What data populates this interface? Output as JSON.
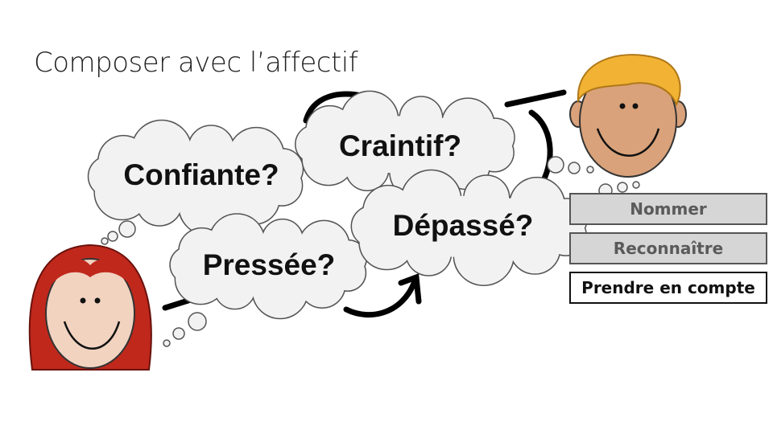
{
  "title": "Composer avec l’affectif",
  "clouds": {
    "confiante": "Confiante?",
    "craintif": "Craintif?",
    "pressee": "Pressée?",
    "depasse": "Dépassé?"
  },
  "steps": [
    {
      "label": "Nommer",
      "state": "inactive"
    },
    {
      "label": "Reconnaître",
      "state": "inactive"
    },
    {
      "label": "Prendre en compte",
      "state": "active"
    }
  ],
  "colors": {
    "cloud_fill": "#f2f2f2",
    "cloud_stroke": "#555555",
    "step_inactive": "#d6d6d6",
    "hair_red": "#c0281c",
    "hair_blond": "#f2b233",
    "skin_woman": "#f1d3c0",
    "skin_man": "#d9a27a"
  }
}
